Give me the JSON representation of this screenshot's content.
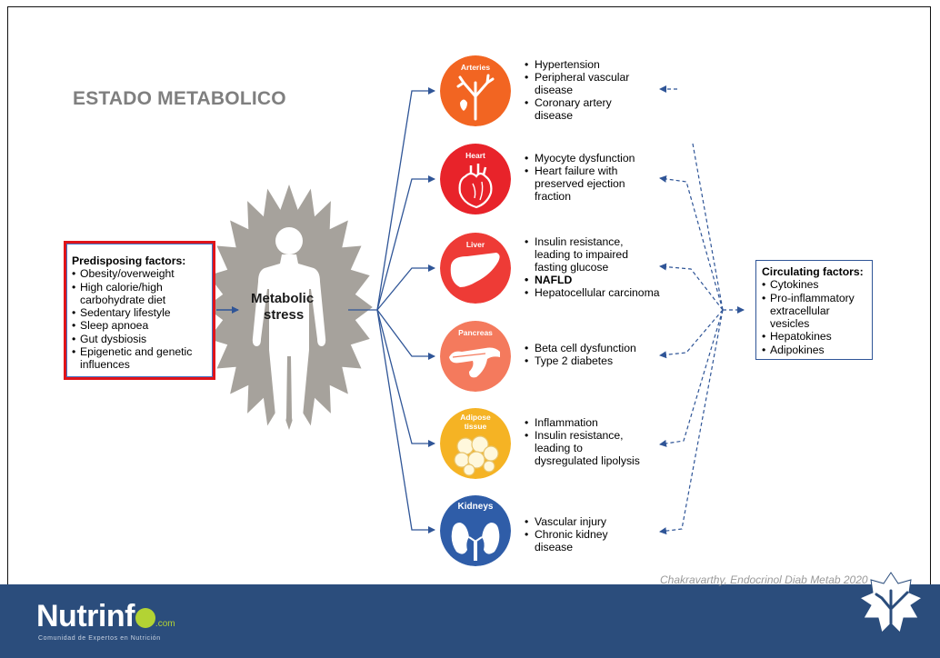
{
  "title": "ESTADO METABOLICO",
  "predisposing": {
    "heading": "Predisposing factors:",
    "items": [
      "Obesity/overweight",
      "High calorie/high carbohydrate diet",
      "Sedentary lifestyle",
      "Sleep apnoea",
      "Gut dysbiosis",
      "Epigenetic and genetic influences"
    ]
  },
  "center": {
    "line1": "Metabolic",
    "line2": "stress"
  },
  "organs": [
    {
      "label": "Arteries",
      "color": "#f26522",
      "icon": "arteries-icon",
      "effects": [
        "Hypertension",
        "Peripheral vascular",
        "disease",
        "Coronary artery",
        "disease"
      ],
      "bullets": [
        true,
        true,
        false,
        true,
        false
      ]
    },
    {
      "label": "Heart",
      "color": "#e8232a",
      "icon": "heart-icon",
      "effects": [
        "Myocyte dysfunction",
        "Heart failure with",
        "preserved ejection",
        "fraction"
      ],
      "bullets": [
        true,
        true,
        false,
        false
      ]
    },
    {
      "label": "Liver",
      "color": "#ee3b36",
      "icon": "liver-icon",
      "effects": [
        "Insulin resistance,",
        "leading to impaired",
        "fasting glucose",
        "NAFLD",
        "Hepatocellular carcinoma"
      ],
      "bullets": [
        true,
        false,
        false,
        true,
        true
      ]
    },
    {
      "label": "Pancreas",
      "color": "#f47a5d",
      "icon": "pancreas-icon",
      "effects": [
        "Beta cell dysfunction",
        "Type 2 diabetes"
      ],
      "bullets": [
        true,
        true
      ]
    },
    {
      "label": "Adipose tissue",
      "color": "#f5b324",
      "icon": "adipose-icon",
      "effects": [
        "Inflammation",
        "Insulin resistance,",
        "leading to",
        "dysregulated lipolysis"
      ],
      "bullets": [
        true,
        true,
        false,
        false
      ]
    },
    {
      "label": "Kidneys",
      "color": "#2f5da8",
      "icon": "kidneys-icon",
      "effects": [
        "Vascular injury",
        "Chronic kidney",
        "disease"
      ],
      "bullets": [
        true,
        true,
        false
      ]
    }
  ],
  "circulating": {
    "heading": "Circulating factors:",
    "items": [
      "Cytokines",
      "Pro-inflammatory extracellular vesicles",
      "Hepatokines",
      "Adipokines"
    ]
  },
  "citation": "Chakravarthy, Endocrinol Diab Metab 2020",
  "footer": {
    "logo_main": "Nutrinf",
    "logo_suffix": ".com",
    "tagline": "Comunidad de Expertos en Nutrición",
    "bg_color": "#2b4d7c"
  },
  "colors": {
    "arrow": "#2f5597",
    "highlight_border": "#e0141a",
    "burst": "#a6a29c"
  }
}
